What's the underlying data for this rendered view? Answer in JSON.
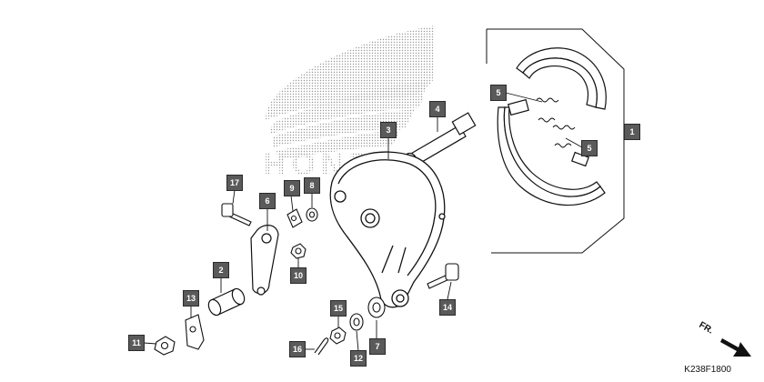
{
  "diagram": {
    "code": "K238F1800",
    "direction_label": "FR.",
    "watermark_text": "HONDA",
    "callouts": [
      "1",
      "2",
      "3",
      "4",
      "5",
      "5",
      "6",
      "7",
      "8",
      "9",
      "10",
      "11",
      "12",
      "13",
      "14",
      "15",
      "16",
      "17"
    ]
  }
}
